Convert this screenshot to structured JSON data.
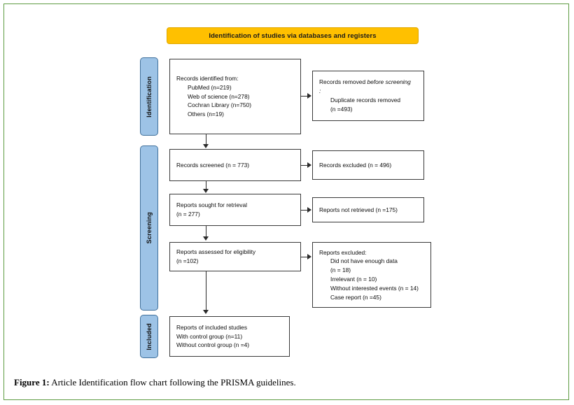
{
  "banner": {
    "label": "Identification of studies via databases and registers"
  },
  "stages": {
    "identification": "Identification",
    "screening": "Screening",
    "included": "Included"
  },
  "boxes": {
    "identified": {
      "title": "Records identified from:",
      "items": [
        "PubMed (n=219)",
        "Web of science (n=278)",
        "Cochran Library (n=750)",
        "Others (n=19)"
      ]
    },
    "removed": {
      "title_plain": "Records removed ",
      "title_italic": "before screening",
      "title_colon": ":",
      "items": [
        "Duplicate records removed",
        "(n =493)"
      ]
    },
    "screened": {
      "text": "Records screened (n = 773)"
    },
    "excluded": {
      "text": "Records excluded (n = 496)"
    },
    "sought": {
      "line1": "Reports sought for retrieval",
      "line2": "(n = 277)"
    },
    "not_retrieved": {
      "text": "Reports not retrieved (n =175)"
    },
    "assessed": {
      "line1": "Reports assessed for eligibility",
      "line2": "(n =102)"
    },
    "excluded_reasons": {
      "title": "Reports excluded:",
      "items": [
        "Did not have enough data",
        "(n = 18)",
        "Irrelevant (n = 10)",
        "Without interested events (n = 14)",
        "Case report (n =45)"
      ]
    },
    "included": {
      "line1": "Reports of included studies",
      "line2": "With control group (n=11)",
      "line3": "Without control group (n =4)"
    }
  },
  "caption": {
    "label": "Figure 1:",
    "text": " Article Identification flow chart following the PRISMA guidelines."
  },
  "colors": {
    "banner_fill": "#FFC000",
    "stage_fill": "#9DC3E6",
    "frame_border": "#5f9c43",
    "box_border": "#3a3a3a"
  }
}
